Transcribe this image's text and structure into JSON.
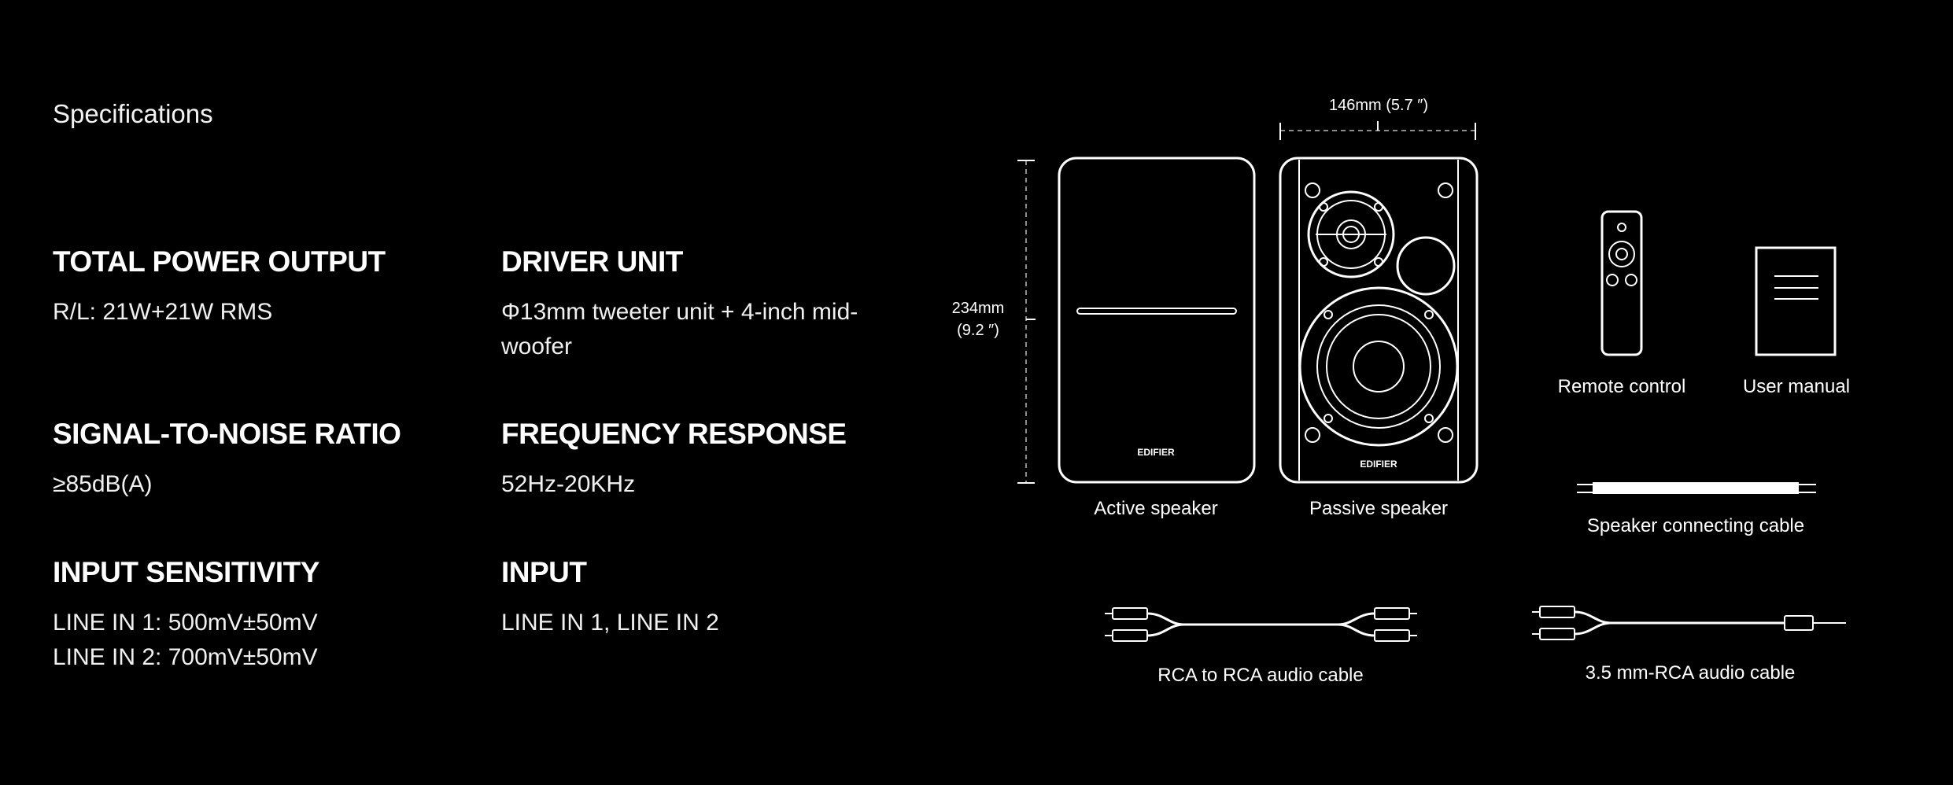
{
  "page": {
    "title": "Specifications"
  },
  "specs": [
    {
      "label": "TOTAL POWER OUTPUT",
      "value": "R/L: 21W+21W RMS"
    },
    {
      "label": "DRIVER UNIT",
      "value": "Φ13mm tweeter unit + 4-inch mid-woofer"
    },
    {
      "label": "SIGNAL-TO-NOISE RATIO",
      "value": "≥85dB(A)"
    },
    {
      "label": "FREQUENCY RESPONSE",
      "value": "52Hz-20KHz"
    },
    {
      "label": "INPUT SENSITIVITY",
      "value_lines": [
        "LINE IN 1: 500mV±50mV",
        "LINE IN 2: 700mV±50mV"
      ]
    },
    {
      "label": "INPUT",
      "value": "LINE IN 1, LINE IN 2"
    }
  ],
  "diagram": {
    "width_label": "146mm (5.7 ″)",
    "height_label_1": "234mm",
    "height_label_2": "(9.2 ″)",
    "brand": "EDIFIER",
    "items": {
      "active": "Active speaker",
      "passive": "Passive speaker",
      "remote": "Remote control",
      "manual": "User manual",
      "speaker_cable": "Speaker connecting cable",
      "rca_cable": "RCA to RCA audio cable",
      "aux_cable": "3.5 mm-RCA audio cable"
    }
  }
}
